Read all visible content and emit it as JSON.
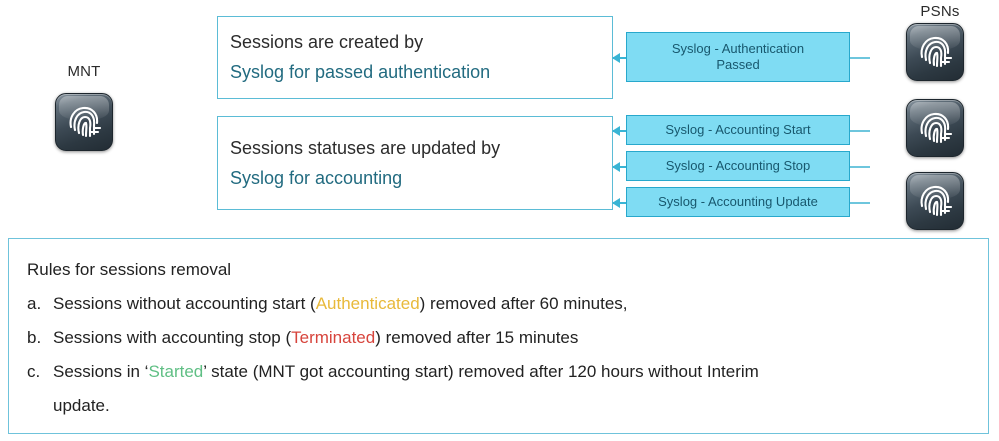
{
  "diagram": {
    "nodes": [
      {
        "id": "mnt",
        "label": "MNT",
        "icon": "ise-node-icon"
      },
      {
        "id": "psn",
        "label": "PSNs",
        "icon": "ise-node-icon"
      }
    ],
    "description_boxes": [
      {
        "id": "sessions-created",
        "line1": "Sessions are created by",
        "line2": "Syslog for passed authentication"
      },
      {
        "id": "sessions-updated",
        "line1": "Sessions statuses are updated by",
        "line2": "Syslog for accounting"
      }
    ],
    "message_boxes": [
      {
        "id": "syslog-auth-passed",
        "label": "Syslog - Authentication\nPassed"
      },
      {
        "id": "syslog-acct-start",
        "label": "Syslog - Accounting Start"
      },
      {
        "id": "syslog-acct-stop",
        "label": "Syslog - Accounting Stop"
      },
      {
        "id": "syslog-acct-update",
        "label": "Syslog - Accounting Update"
      }
    ],
    "colors": {
      "message_fill": "#7fdcf3",
      "message_border": "#28a8cc",
      "box_border": "#5bbcd6",
      "teal_text": "#226b80",
      "authenticated": "#e8b93a",
      "terminated": "#d7443c",
      "started": "#5fbf84"
    }
  },
  "rules": {
    "title": "Rules for sessions removal",
    "items": [
      {
        "marker": "a.",
        "pre": "Sessions without accounting start  (",
        "keyword": "Authenticated",
        "post": ") removed after  60 minutes,"
      },
      {
        "marker": "b.",
        "pre": "Sessions with accounting stop (",
        "keyword": "Terminated",
        "post": ") removed after 15 minutes"
      },
      {
        "marker": "c.",
        "pre": "Sessions in ‘",
        "keyword": "Started",
        "post": "’ state (MNT got accounting start) removed after 120 hours without Interim",
        "continuation": "update."
      }
    ]
  }
}
